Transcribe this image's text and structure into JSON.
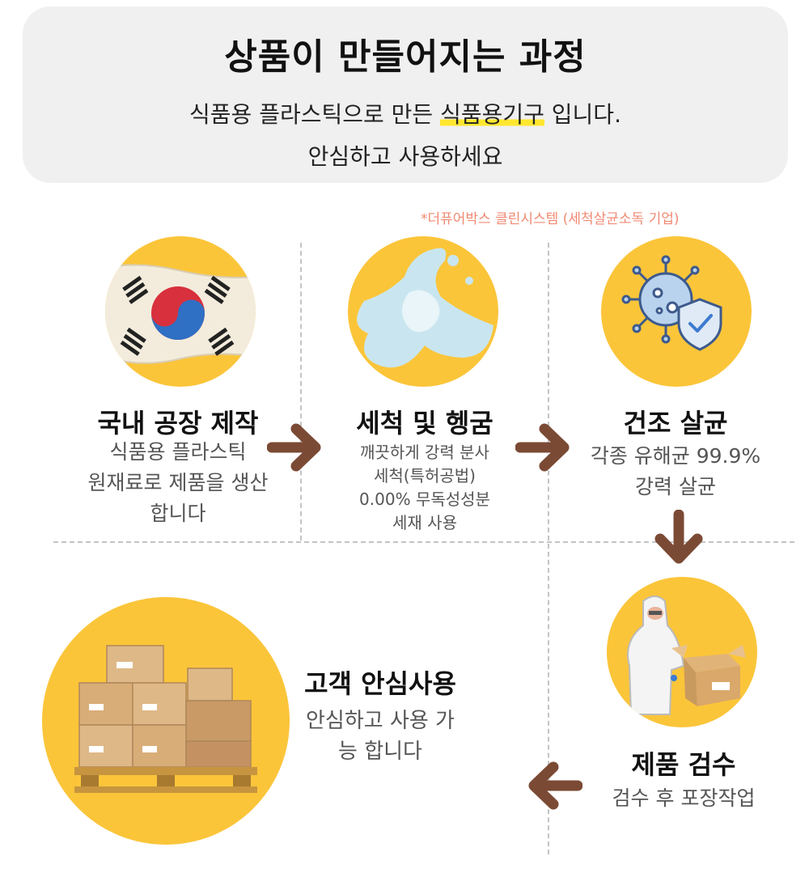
{
  "header": {
    "title": "상품이 만들어지는 과정",
    "line1_prefix": "식품용 플라스틱으로 만든 ",
    "line1_highlight": "식품용기구",
    "line1_suffix": " 입니다.",
    "line2": "안심하고 사용하세요"
  },
  "note": "*더퓨어박스 클린시스템 (세척살균소독 기업)",
  "colors": {
    "circle": "#fbc53a",
    "arrow": "#7b4a35",
    "note": "#f08a73",
    "highlight": "#ffe62e",
    "header_bg": "#f0f0f0"
  },
  "steps": [
    {
      "title": "국내 공장 제작",
      "desc": [
        "식품용 플라스틱",
        "원재료로 제품을 생산",
        "합니다"
      ],
      "icon": "korea-flag-icon"
    },
    {
      "title": "세척 및 헹굼",
      "desc": [
        "깨끗하게 강력 분사",
        "세척(특허공법)",
        "0.00% 무독성성분",
        "세재 사용"
      ],
      "icon": "water-splash-icon"
    },
    {
      "title": "건조 살균",
      "desc": [
        "각종 유해균 99.9%",
        "강력 살균"
      ],
      "icon": "virus-shield-icon"
    },
    {
      "title": "제품 검수",
      "desc": [
        "검수 후 포장작업"
      ],
      "icon": "inspector-box-icon"
    },
    {
      "title": "고객 안심사용",
      "desc": [
        "안심하고 사용 가",
        "능 합니다"
      ],
      "icon": "boxes-pallet-icon"
    }
  ]
}
